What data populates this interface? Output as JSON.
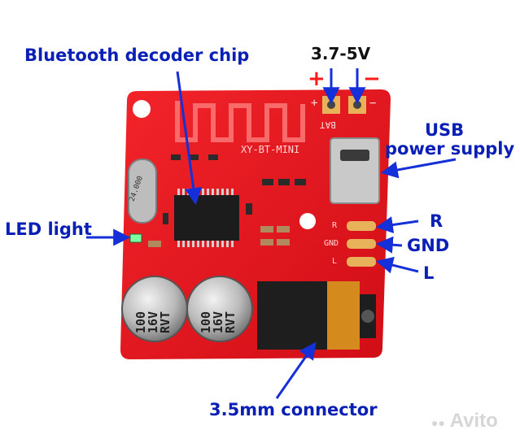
{
  "labels": {
    "chip": "Bluetooth decoder chip",
    "voltage": "3.7-5V",
    "plus": "+",
    "minus": "−",
    "usb_line1": "USB",
    "usb_line2": "power supply",
    "led": "LED light",
    "r": "R",
    "gnd": "GND",
    "l": "L",
    "connector": "3.5mm connector"
  },
  "silkscreen": {
    "board_name": "XY-BT-MINI",
    "bat": "BAT",
    "crystal": "24.000",
    "cap_lines": [
      "100",
      "16V",
      "RVT"
    ],
    "pad_r": "R",
    "pad_gnd": "GND",
    "pad_l": "L",
    "bat_plus": "+",
    "bat_minus": "−"
  },
  "colors": {
    "pcb": "#e8141c",
    "label_blue": "#0a1fb5",
    "arrow_blue": "#1530d8",
    "voltage_black": "#111111",
    "pad_gold": "#e7b25a"
  },
  "watermark": "Avito"
}
